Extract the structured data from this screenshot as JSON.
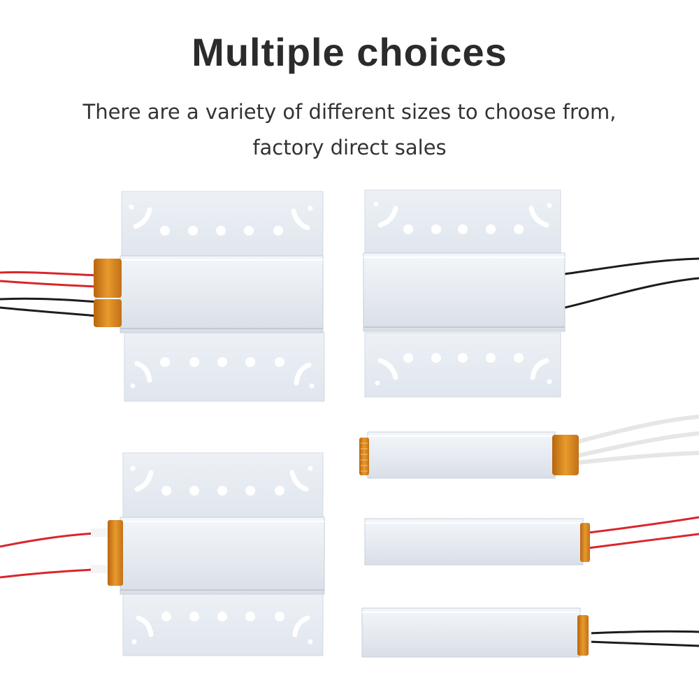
{
  "header": {
    "title": "Multiple choices",
    "subtitle_line1": "There are a variety of different sizes to choose from,",
    "subtitle_line2": "factory direct sales"
  },
  "colors": {
    "plate": "#e9edf3",
    "plate_edge": "#cfd6df",
    "kapton": "#d98a1c",
    "wire_red": "#d8262b",
    "wire_black": "#1c1c1c",
    "wire_white": "#f2f2f2"
  },
  "products": [
    {
      "name": "large-heater-4-wire",
      "wires": "red-black"
    },
    {
      "name": "large-heater-2-wire",
      "wires": "black"
    },
    {
      "name": "large-heater-red-wire",
      "wires": "red"
    },
    {
      "name": "strip-heater-white-wire",
      "wires": "white"
    },
    {
      "name": "strip-heater-red-wire",
      "wires": "red"
    },
    {
      "name": "strip-heater-black-wire",
      "wires": "black"
    }
  ]
}
